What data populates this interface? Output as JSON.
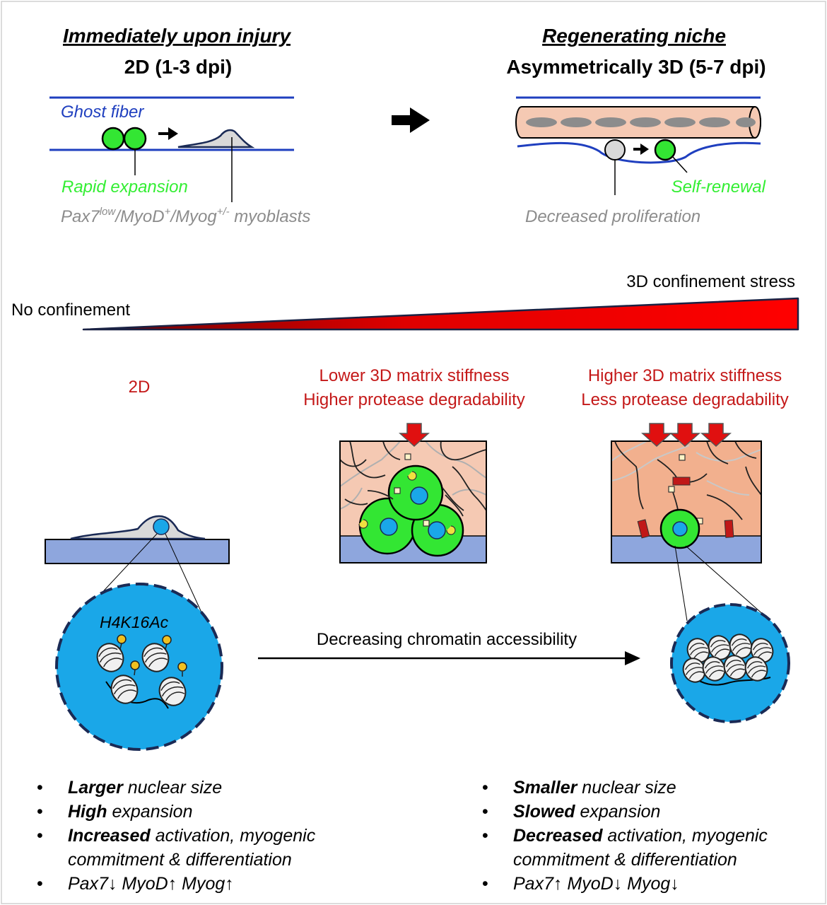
{
  "top_left": {
    "heading": "Immediately upon injury",
    "subheading": "2D (1-3 dpi)",
    "ghost_fiber_label": "Ghost fiber",
    "rapid_expansion_label": "Rapid expansion",
    "myoblast_label": {
      "p1": "Pax7",
      "s1": "low",
      "p2": "/MyoD",
      "s2": "+",
      "p3": "/Myog",
      "s3": "+/-",
      "p4": " myoblasts"
    }
  },
  "top_right": {
    "heading": "Regenerating niche",
    "subheading": "Asymmetrically 3D (5-7 dpi)",
    "self_renewal_label": "Self-renewal",
    "decreased_proliferation_label": "Decreased proliferation"
  },
  "gradient": {
    "left_label": "No confinement",
    "right_label": "3D confinement stress"
  },
  "conditions": {
    "col1_label": "2D",
    "col2_line1": "Lower 3D matrix stiffness",
    "col2_line2": "Higher protease degradability",
    "col3_line1": "Higher 3D matrix stiffness",
    "col3_line2": "Less protease degradability"
  },
  "nucleus": {
    "mark_label": "H4K16Ac",
    "arrow_label": "Decreasing chromatin accessibility"
  },
  "bullets_left": [
    {
      "em": "Larger",
      "rest": " nuclear size"
    },
    {
      "em": "High",
      "rest": " expansion"
    },
    {
      "em": "Increased",
      "rest": " activation, myogenic commitment & differentiation"
    },
    {
      "em": "",
      "rest": "Pax7↓ MyoD↑ Myog↑"
    }
  ],
  "bullets_right": [
    {
      "em": "Smaller",
      "rest": " nuclear size"
    },
    {
      "em": "Slowed",
      "rest": " expansion"
    },
    {
      "em": "Decreased",
      "rest": " activation, myogenic commitment & differentiation"
    },
    {
      "em": "",
      "rest": "Pax7↑ MyoD↓ Myog↓"
    }
  ],
  "colors": {
    "heading": "#000000",
    "ghost_fiber": "#1f3fbf",
    "green_label": "#33ee33",
    "gray_label": "#8c8c8c",
    "red_label": "#c41818",
    "gradient_red": "#ff0000",
    "nucleus_blue": "#1aa7e8",
    "cell_green": "#33e633",
    "matrix": "#f2b08e",
    "substrate": "#8ea6dd"
  }
}
